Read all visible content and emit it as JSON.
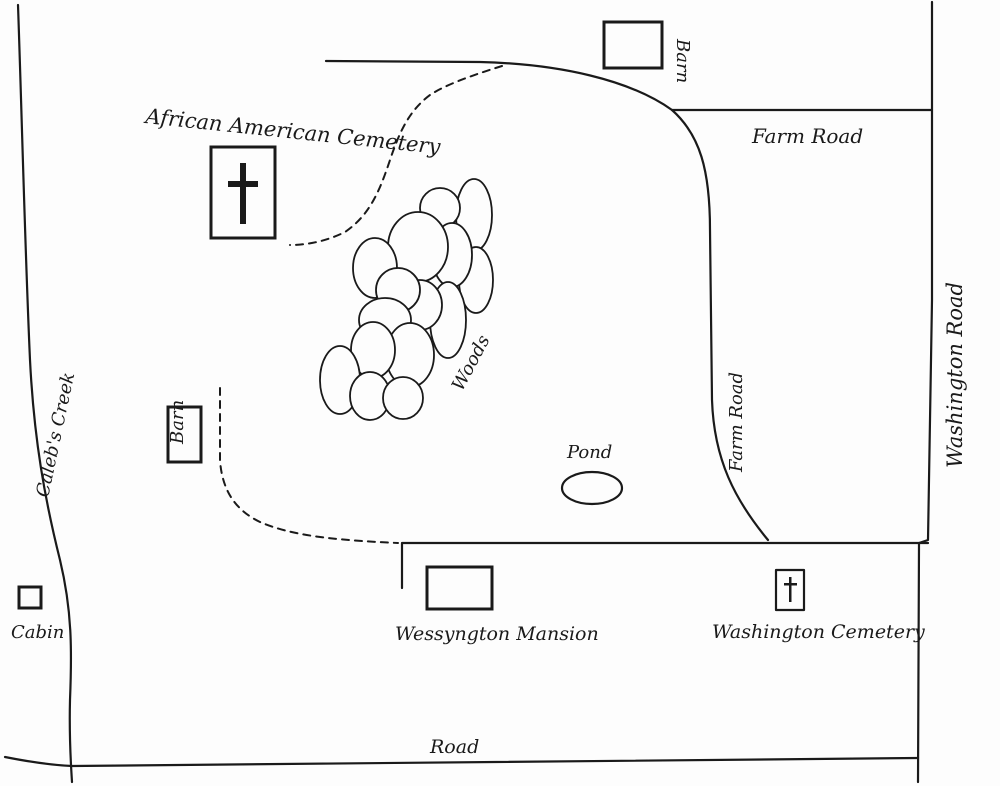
{
  "map": {
    "labels": {
      "african_american_cemetery": "African American Cemetery",
      "barn_top": "Barn",
      "barn_left": "Barn",
      "farm_road_top": "Farm Road",
      "farm_road_side": "Farm Road",
      "washington_road": "Washington Road",
      "woods": "Woods",
      "pond": "Pond",
      "calebs_creek": "Caleb's Creek",
      "cabin": "Cabin",
      "wessyngton_mansion": "Wessyngton Mansion",
      "washington_cemetery": "Washington Cemetery",
      "road": "Road"
    },
    "symbols": {
      "cemetery_cross": "cross-icon",
      "tree_canopy": "tree-icon"
    },
    "colors": {
      "ink": "#1a1a1a",
      "paper": "#fdfdfd"
    }
  }
}
